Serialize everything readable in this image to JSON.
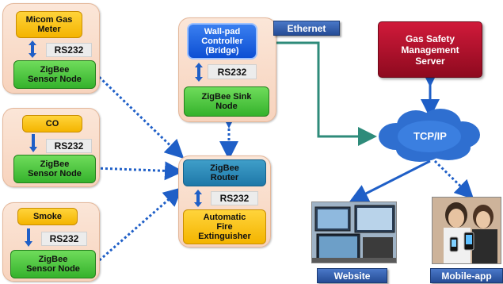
{
  "sensors": [
    {
      "device": "Micom Gas\nMeter",
      "link": "RS232",
      "node": "ZigBee\nSensor Node"
    },
    {
      "device": "CO",
      "link": "RS232",
      "node": "ZigBee\nSensor Node"
    },
    {
      "device": "Smoke",
      "link": "RS232",
      "node": "ZigBee\nSensor Node"
    }
  ],
  "controller": {
    "device": "Wall-pad\nController\n(Bridge)",
    "link": "RS232",
    "node": "ZigBee Sink\nNode"
  },
  "router": {
    "node": "ZigBee\nRouter",
    "link": "RS232",
    "device": "Automatic\nFire\nExtinguisher"
  },
  "ethernet_label": "Ethernet",
  "server_label": "Gas Safety\nManagement\nServer",
  "network_label": "TCP/IP",
  "website_label": "Website",
  "mobile_label": "Mobile-app",
  "colors": {
    "sensor_node": "#35b22c",
    "device": "#f4b400",
    "controller": "#0d4fd3",
    "router": "#1e78a8",
    "server": "#8e0a1f",
    "ethernet_line": "#2e8b7a",
    "cloud": "#2f6fd0"
  }
}
